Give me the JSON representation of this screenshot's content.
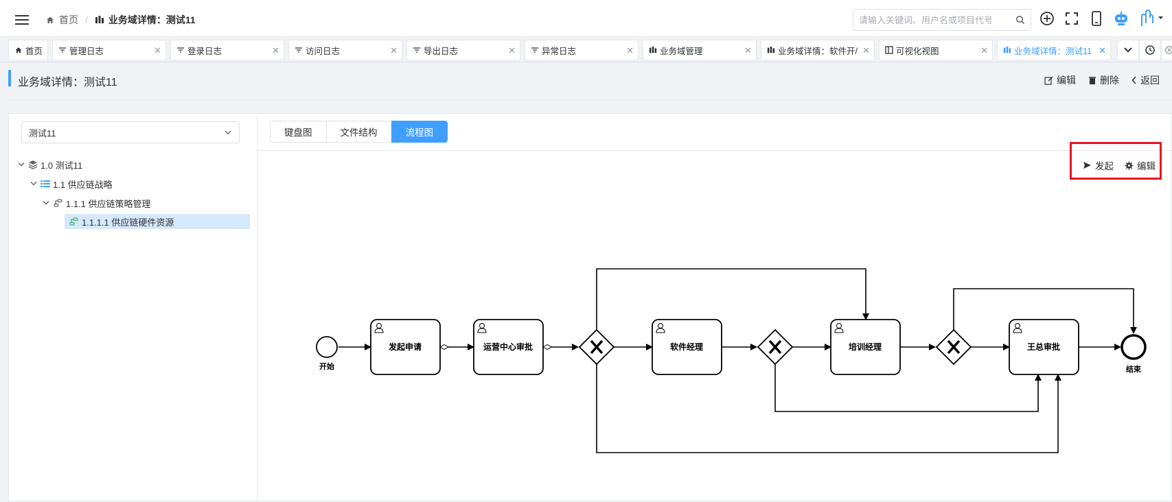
{
  "breadcrumb": {
    "home": "首页",
    "current": "业务域详情：测试11"
  },
  "search": {
    "placeholder": "请输入关键词、用户名或项目代号"
  },
  "top_icons": [
    "add-circle-icon",
    "fullscreen-icon",
    "mobile-icon",
    "robot-icon",
    "touch-icon"
  ],
  "tabs": [
    {
      "label": "首页",
      "icon": "home-icon",
      "closable": false
    },
    {
      "label": "管理日志",
      "icon": "filter-icon",
      "closable": true
    },
    {
      "label": "登录日志",
      "icon": "filter-icon",
      "closable": true
    },
    {
      "label": "访问日志",
      "icon": "filter-icon",
      "closable": true
    },
    {
      "label": "导出日志",
      "icon": "filter-icon",
      "closable": true
    },
    {
      "label": "异常日志",
      "icon": "filter-icon",
      "closable": true
    },
    {
      "label": "业务域管理",
      "icon": "building-icon",
      "closable": true
    },
    {
      "label": "业务域详情：软件开/",
      "icon": "building-icon",
      "closable": true
    },
    {
      "label": "可视化视图",
      "icon": "layout-icon",
      "closable": true
    },
    {
      "label": "业务域详情：测试11",
      "icon": "building-icon",
      "closable": true,
      "active": true
    }
  ],
  "page": {
    "title": "业务域详情：测试11",
    "actions": {
      "edit": "编辑",
      "delete": "删除",
      "back": "返回"
    }
  },
  "left_panel": {
    "select_value": "测试11",
    "tree": [
      {
        "label": "1.0 测试11",
        "level": 0,
        "expanded": true,
        "icon": "layers-icon"
      },
      {
        "label": "1.1 供应链战略",
        "level": 1,
        "expanded": true,
        "icon": "list-icon"
      },
      {
        "label": "1.1.1 供应链策略管理",
        "level": 2,
        "expanded": true,
        "icon": "flow-icon"
      },
      {
        "label": "1.1.1.1 供应链硬件资源",
        "level": 3,
        "selected": true,
        "icon": "flow-green-icon"
      }
    ]
  },
  "view_tabs": [
    "键盘图",
    "文件结构",
    "流程图"
  ],
  "active_view": "流程图",
  "flow_actions": {
    "start": "发起",
    "edit": "编辑"
  },
  "flow": {
    "start_label": "开始",
    "end_label": "结束",
    "tasks": [
      "发起申请",
      "运营中心审批",
      "软件经理",
      "培训经理",
      "王总审批"
    ]
  },
  "colors": {
    "primary": "#409eff",
    "highlight_box": "#e81123"
  }
}
